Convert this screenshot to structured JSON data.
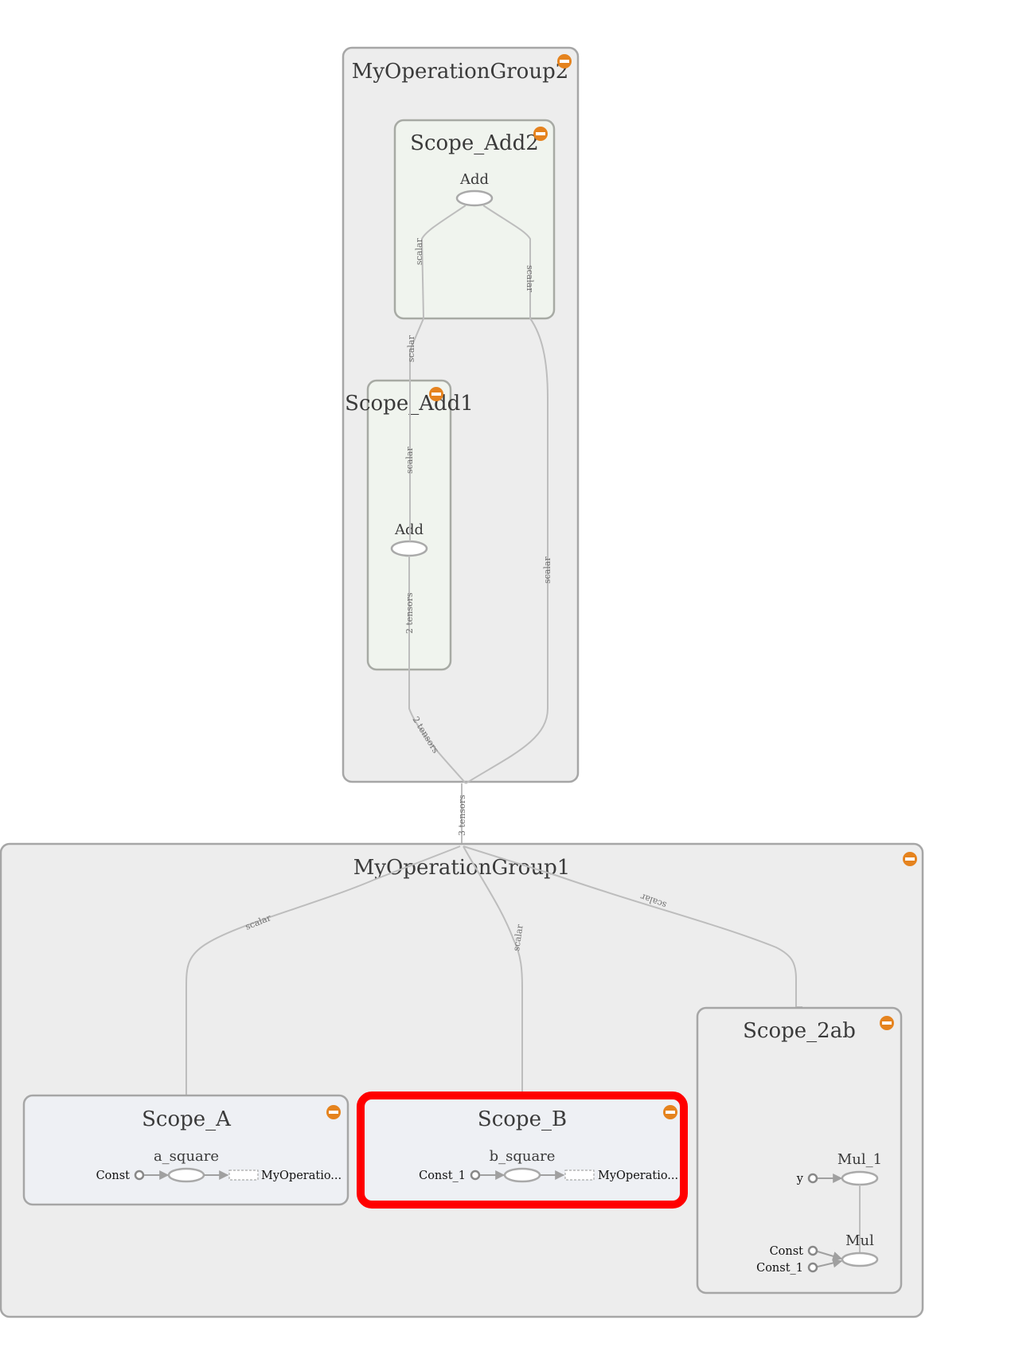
{
  "groups": {
    "g2": {
      "title": "MyOperationGroup2"
    },
    "g1": {
      "title": "MyOperationGroup1"
    }
  },
  "scopes": {
    "add2": {
      "title": "Scope_Add2",
      "op": "Add"
    },
    "add1": {
      "title": "Scope_Add1",
      "op": "Add"
    },
    "a": {
      "title": "Scope_A",
      "op": "a_square",
      "input": "Const",
      "output": "MyOperatio..."
    },
    "b": {
      "title": "Scope_B",
      "op": "b_square",
      "input": "Const_1",
      "output": "MyOperatio..."
    },
    "ab": {
      "title": "Scope_2ab",
      "op_top": "Mul_1",
      "op_bottom": "Mul",
      "input_y": "y",
      "input_const": "Const",
      "input_const1": "Const_1"
    }
  },
  "edges": {
    "scalar": "scalar",
    "two_tensors": "2 tensors",
    "three_tensors": "3 tensors"
  },
  "icons": {
    "collapse": "minus-circle-icon"
  },
  "colors": {
    "collapse": "#e5831e",
    "selection": "#ff0000",
    "group_fill": "#ededed",
    "scope_green": "#f0f4ee",
    "scope_blue": "#eef0f4"
  }
}
